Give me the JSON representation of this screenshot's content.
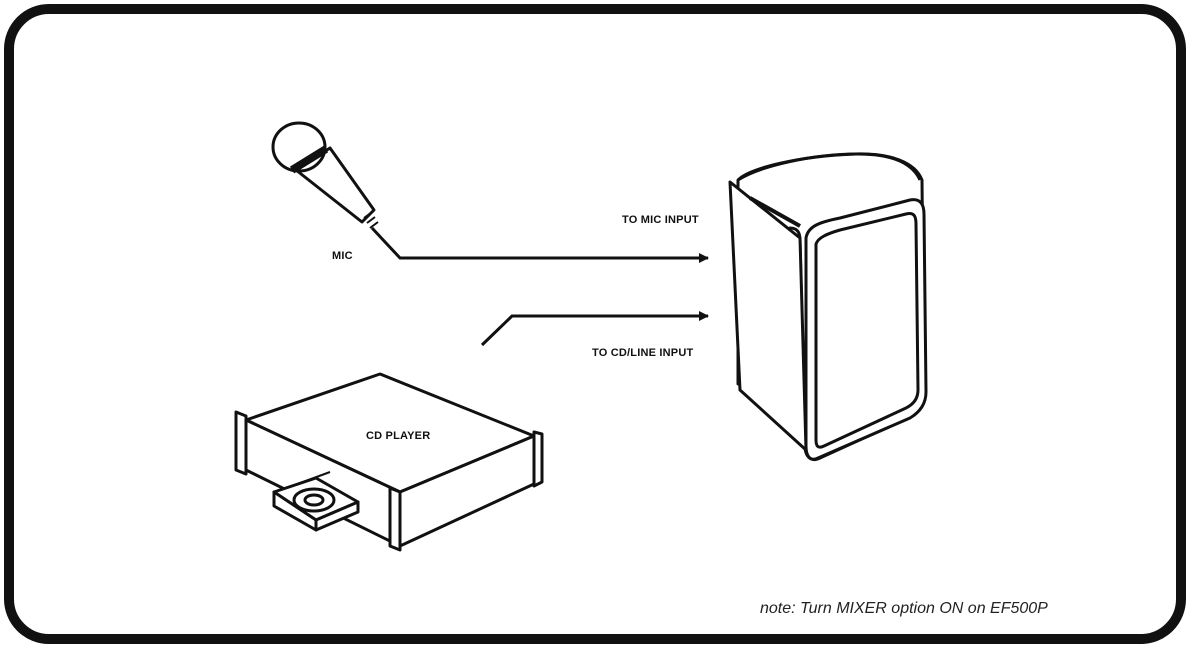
{
  "labels": {
    "mic": "MIC",
    "to_mic_input": "TO MIC INPUT",
    "to_cd_line_input": "TO CD/LINE INPUT",
    "cd_player": "CD PLAYER"
  },
  "note": "note: Turn MIXER option ON on EF500P",
  "colors": {
    "line": "#111111",
    "background": "#ffffff"
  }
}
